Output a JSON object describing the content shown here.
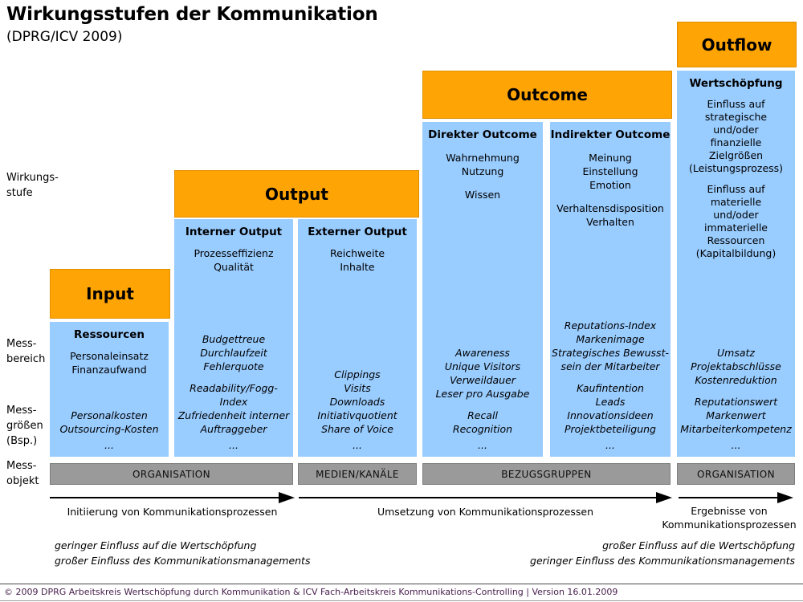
{
  "header": {
    "title": "Wirkungsstufen der Kommunikation",
    "subtitle": "(DPRG/ICV 2009)"
  },
  "row_labels": {
    "wirkungsstufe": "Wirkungs-\nstufe",
    "messbereich": "Mess-\nbereich",
    "messgroessen": "Mess-\ngrößen\n(Bsp.)",
    "messobjekt": "Mess-\nobjekt"
  },
  "stages": {
    "input": {
      "label": "Input"
    },
    "output": {
      "label": "Output"
    },
    "outcome": {
      "label": "Outcome"
    },
    "outflow": {
      "label": "Outflow"
    }
  },
  "columns": {
    "input": {
      "header": "Ressourcen",
      "bereich_1": "Personaleinsatz\nFinanzaufwand",
      "groessen_1": "Personalkosten\nOutsourcing-Kosten",
      "ellipsis": "..."
    },
    "interner_output": {
      "header": "Interner Output",
      "bereich_1": "Prozesseffizienz\nQualität",
      "groessen_1": "Budgettreue\nDurchlaufzeit\nFehlerquote",
      "groessen_2": "Readability/Fogg-Index\nZufriedenheit interner\nAuftraggeber",
      "ellipsis": "..."
    },
    "externer_output": {
      "header": "Externer Output",
      "bereich_1": "Reichweite\nInhalte",
      "groessen_1": "Clippings\nVisits\nDownloads\nInitiativquotient\nShare of Voice",
      "ellipsis": "..."
    },
    "direkter_outcome": {
      "header": "Direkter Outcome",
      "bereich_1": "Wahrnehmung\nNutzung",
      "bereich_2": "Wissen",
      "groessen_1": "Awareness\nUnique Visitors\nVerweildauer\nLeser pro Ausgabe",
      "groessen_2": "Recall\nRecognition",
      "ellipsis": "..."
    },
    "indirekter_outcome": {
      "header": "Indirekter Outcome",
      "bereich_1": "Meinung\nEinstellung\nEmotion",
      "bereich_2": "Verhaltensdisposition\nVerhalten",
      "groessen_1": "Reputations-Index\nMarkenimage\nStrategisches Bewusst-\nsein der Mitarbeiter",
      "groessen_2": "Kaufintention\nLeads\nInnovationsideen\nProjektbeteiligung",
      "ellipsis": "..."
    },
    "outflow": {
      "header": "Wertschöpfung",
      "bereich_1": "Einfluss auf\nstrategische\nund/oder\nfinanzielle\nZielgrößen\n(Leistungsprozess)",
      "bereich_2": "Einfluss auf\nmaterielle\nund/oder\nimmaterielle\nRessourcen\n(Kapitalbildung)",
      "groessen_1": "Umsatz\nProjektabschlüsse\nKostenreduktion",
      "groessen_2": "Reputationswert\nMarkenwert\nMitarbeiterkompetenz",
      "ellipsis": "..."
    }
  },
  "messobjekt_bars": {
    "bar_1": "ORGANISATION",
    "bar_2": "MEDIEN/KANÄLE",
    "bar_3": "BEZUGSGRUPPEN",
    "bar_4": "ORGANISATION"
  },
  "process_arrows": {
    "arrow_1": "Initiierung von Kommunikationsprozessen",
    "arrow_2": "Umsetzung von Kommunikationsprozessen",
    "arrow_3": "Ergebnisse von\nKommunikationsprozessen"
  },
  "bottom_notes": {
    "left": "geringer Einfluss auf die Wertschöpfung\ngroßer Einfluss des Kommunikationsmanagements",
    "right": "großer Einfluss auf die Wertschöpfung\ngeringer Einfluss des Kommunikationsmanagements"
  },
  "footer": {
    "text": "© 2009 DPRG Arbeitskreis Wertschöpfung durch Kommunikation & ICV Fach-Arbeitskreis Kommunikations-Controlling | Version 16.01.2009"
  },
  "colors": {
    "stage_orange": "#FFA405",
    "box_blue": "#99CCFF",
    "bar_gray": "#9A9A9A",
    "footer_text": "#49204E"
  }
}
